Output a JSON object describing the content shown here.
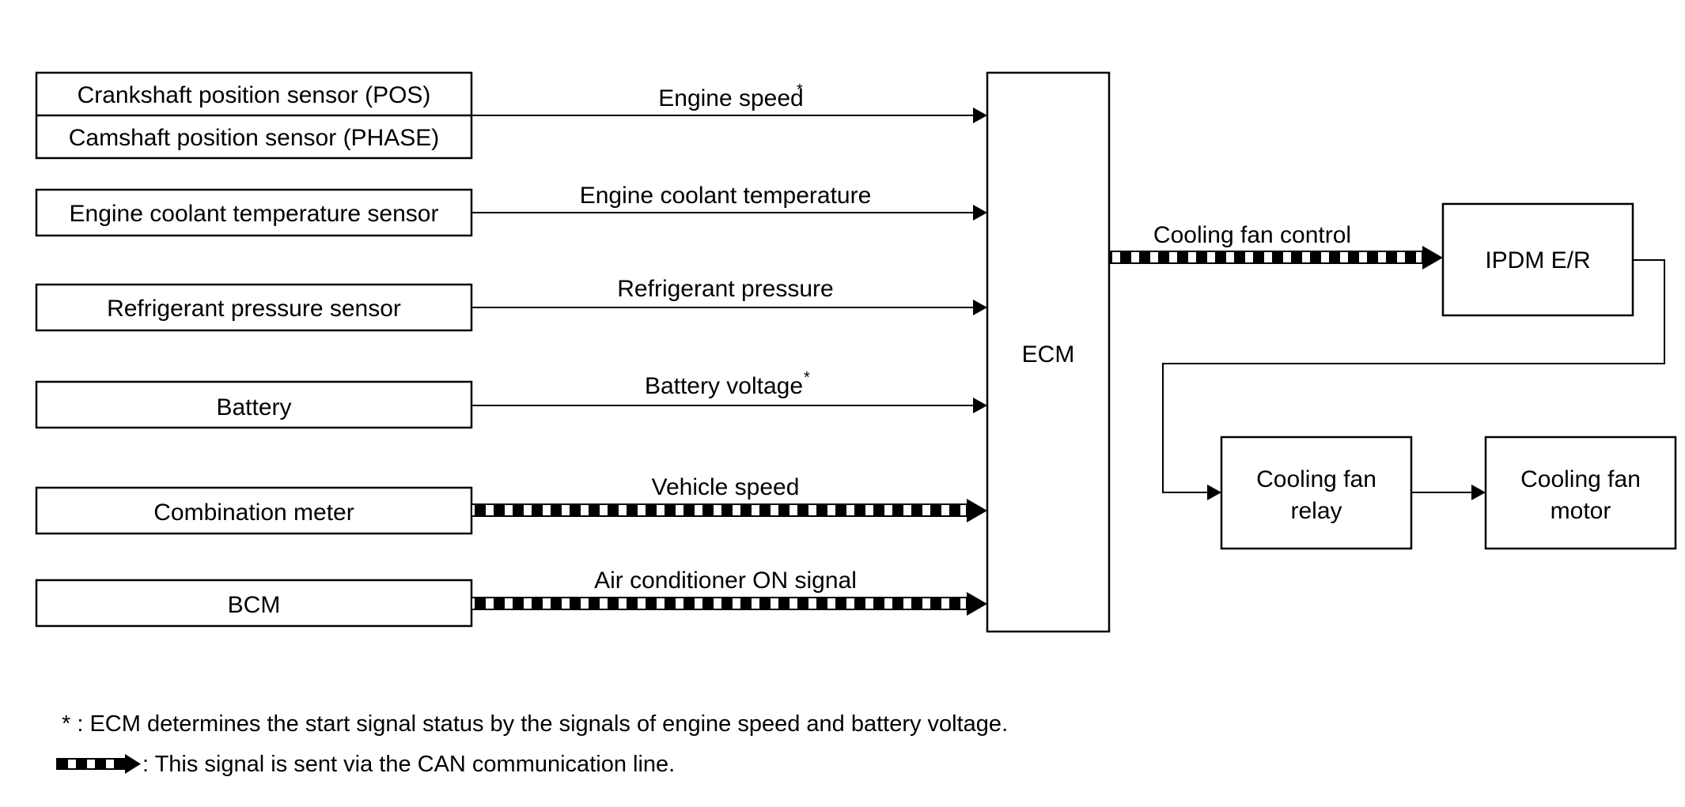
{
  "inputs": {
    "crankshaft": "Crankshaft position sensor (POS)",
    "camshaft": "Camshaft position sensor (PHASE)",
    "coolant": "Engine coolant temperature sensor",
    "refrigerant": "Refrigerant pressure sensor",
    "battery": "Battery",
    "combination_meter": "Combination meter",
    "bcm": "BCM"
  },
  "signals": {
    "engine_speed": "Engine speed",
    "engine_coolant_temperature": "Engine coolant temperature",
    "refrigerant_pressure": "Refrigerant pressure",
    "battery_voltage": "Battery voltage",
    "vehicle_speed": "Vehicle speed",
    "air_conditioner_on": "Air conditioner ON signal",
    "cooling_fan_control": "Cooling fan control",
    "asterisk": "*"
  },
  "ecm": "ECM",
  "outputs": {
    "ipdm": "IPDM E/R",
    "relay_line1": "Cooling fan",
    "relay_line2": "relay",
    "motor_line1": "Cooling fan",
    "motor_line2": "motor"
  },
  "notes": {
    "asterisk_note": "* : ECM determines the start signal status by the signals of engine speed and battery voltage.",
    "can_note": ": This signal is sent via the CAN communication line."
  }
}
